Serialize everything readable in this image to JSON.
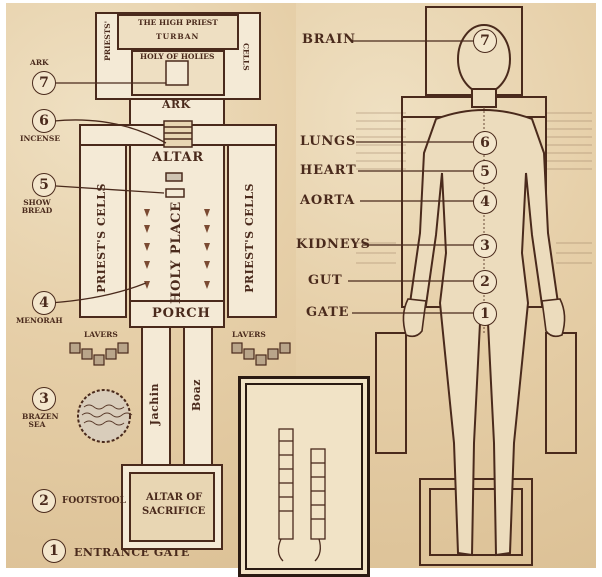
{
  "temple": {
    "high_priest": "THE HIGH PRIEST",
    "turban": "TURBAN",
    "holy_of_holies": "HOLY OF HOLIES",
    "priests_top": "PRIESTS'",
    "cells_top": "CELLS",
    "ark": "ARK",
    "altar": "ALTAR",
    "holy_place": "HOLY PLACE",
    "priests_cells_left": "PRIEST'S CELLS",
    "priests_cells_right": "PRIEST'S CELLS",
    "porch": "PORCH",
    "lavers_left": "LAVERS",
    "lavers_right": "LAVERS",
    "jachin": "Jachin",
    "boaz": "Boaz",
    "altar_of_sacrifice_1": "ALTAR OF",
    "altar_of_sacrifice_2": "SACRIFICE",
    "side_labels": [
      {
        "num": "7",
        "text": "ARK"
      },
      {
        "num": "6",
        "text": "INCENSE"
      },
      {
        "num": "5",
        "text": "SHOW BREAD"
      },
      {
        "num": "4",
        "text": "MENORAH"
      },
      {
        "num": "3",
        "text": "BRAZEN SEA"
      },
      {
        "num": "2",
        "text": "FOOTSTOOL"
      },
      {
        "num": "1",
        "text": "ENTRANCE GATE"
      }
    ]
  },
  "body": {
    "labels": [
      {
        "num": "7",
        "text": "BRAIN"
      },
      {
        "num": "6",
        "text": "LUNGS"
      },
      {
        "num": "5",
        "text": "HEART"
      },
      {
        "num": "4",
        "text": "AORTA"
      },
      {
        "num": "3",
        "text": "KIDNEYS"
      },
      {
        "num": "2",
        "text": "GUT"
      },
      {
        "num": "1",
        "text": "GATE"
      }
    ]
  },
  "colors": {
    "ink": "#4a2a1c",
    "parchment": "#e6cfa8",
    "wall": "#f4ead6"
  }
}
